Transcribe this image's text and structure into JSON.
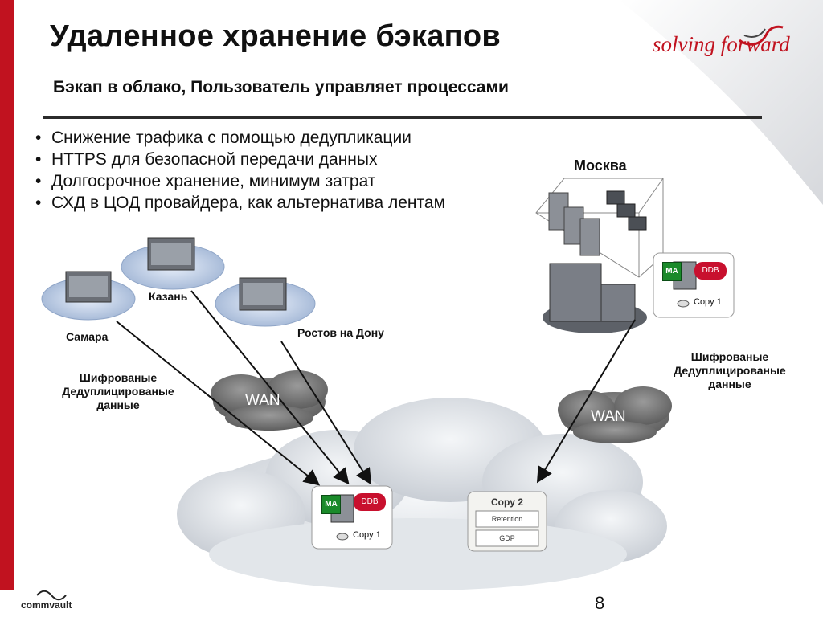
{
  "title": "Удаленное хранение бэкапов",
  "subtitle": "Бэкап в облако,  Пользователь управляет процессами",
  "bullets": [
    "Снижение трафика с помощью дедупликации",
    "HTTPS для безопасной передачи данных",
    "Долгосрочное хранение, минимум затрат",
    "СХД в ЦОД провайдера, как альтернатива лентам"
  ],
  "sites": {
    "samara": "Самара",
    "kazan": "Казань",
    "rostov": "Ростов на Дону",
    "moscow": "Москва"
  },
  "encrypted": {
    "line1": "Шифрованые",
    "line2": "Дедуплицированые",
    "line3": "данные"
  },
  "wan_label": "WAN",
  "media_agent": {
    "ma": "MA",
    "ddb": "DDB",
    "copy1": "Copy 1"
  },
  "copy2": {
    "title": "Copy 2",
    "retention": "Retention",
    "gdp": "GDP"
  },
  "logo": "solving forward",
  "footer_logo": "commvault",
  "page_number": "8",
  "colors": {
    "accent_red": "#c1121f",
    "ma_green": "#1a8a2a",
    "ddb_red": "#c8102e",
    "cloud": "#dfe3e8"
  }
}
